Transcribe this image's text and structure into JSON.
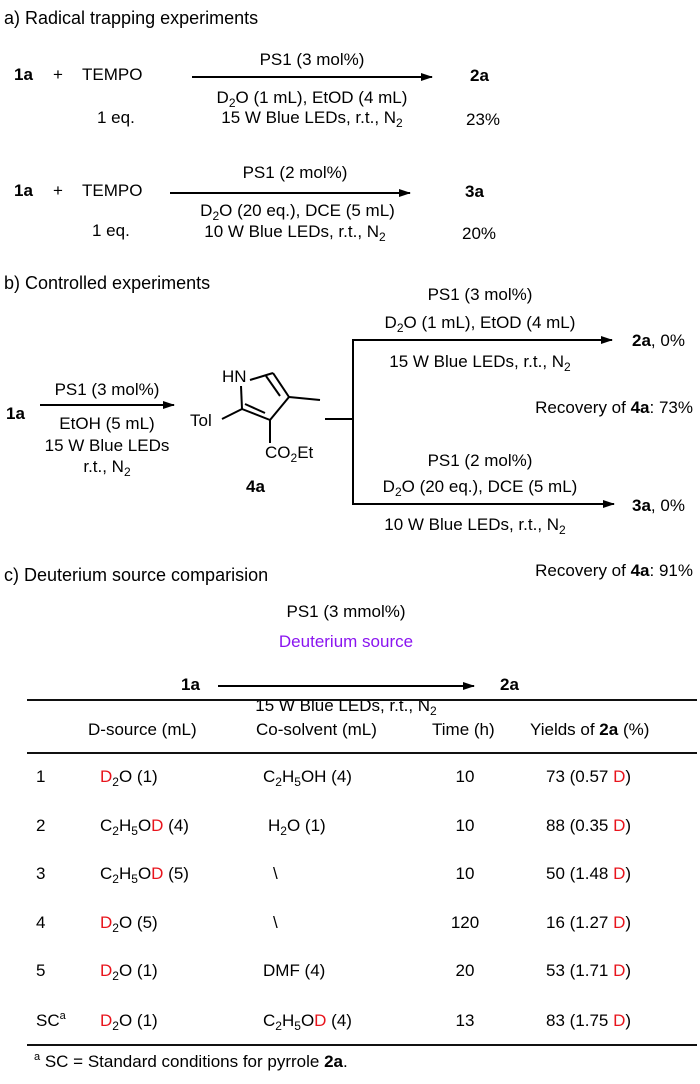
{
  "colors": {
    "deuterium_red": "#e8141c",
    "deuterium_source_purple": "#8a14f0"
  },
  "section_a": {
    "title": "a)  Radical trapping experiments",
    "rxn1": {
      "substrate": "1a",
      "plus": "+",
      "reagent": "TEMPO",
      "reagent_eq": "1 eq.",
      "above": "PS1 (3 mol%)",
      "below1_pre": "D",
      "below1_sub": "2",
      "below1_post": "O (1 mL), EtOD (4 mL)",
      "below2_pre": "15 W Blue LEDs, r.t., N",
      "below2_sub": "2",
      "product": "2a",
      "yield": "23%"
    },
    "rxn2": {
      "substrate": "1a",
      "plus": "+",
      "reagent": "TEMPO",
      "reagent_eq": "1 eq.",
      "above": "PS1 (2 mol%)",
      "below1_pre": "D",
      "below1_sub": "2",
      "below1_post": "O (20 eq.), DCE (5 mL)",
      "below2_pre": "10 W Blue LEDs, r.t., N",
      "below2_sub": "2",
      "product": "3a",
      "yield": "20%"
    }
  },
  "section_b": {
    "title": "b) Controlled experiments",
    "step1": {
      "substrate": "1a",
      "above": "PS1 (3 mol%)",
      "below1": "EtOH (5 mL)",
      "below2": "15 W Blue LEDs",
      "below3_pre": "r.t., N",
      "below3_sub": "2"
    },
    "intermediate": {
      "label": "4a",
      "nh": "HN",
      "tol": "Tol",
      "ester_pre": "CO",
      "ester_sub": "2",
      "ester_post": "Et"
    },
    "branch1": {
      "above1": "PS1 (3 mol%)",
      "above2_pre": "D",
      "above2_sub": "2",
      "above2_post": "O (1 mL), EtOD (4 mL)",
      "below_pre": "15 W Blue LEDs, r.t., N",
      "below_sub": "2",
      "product": "2a",
      "yield": ", 0%",
      "recovery_pre": "Recovery of ",
      "recovery_cmpd": "4a",
      "recovery_post": ": 73%"
    },
    "branch2": {
      "above1": "PS1 (2 mol%)",
      "above2_pre": "D",
      "above2_sub": "2",
      "above2_post": "O (20 eq.), DCE (5 mL)",
      "below_pre": "10 W Blue LEDs, r.t., N",
      "below_sub": "2",
      "product": "3a",
      "yield": ", 0%",
      "recovery_pre": "Recovery of ",
      "recovery_cmpd": "4a",
      "recovery_post": ": 91%"
    }
  },
  "section_c": {
    "title": "c) Deuterium source comparision",
    "rxn": {
      "substrate": "1a",
      "above1": "PS1 (3 mmol%)",
      "above2": "Deuterium source",
      "below_pre": "15 W Blue LEDs, r.t., N",
      "below_sub": "2",
      "product": "2a"
    },
    "table": {
      "headers": [
        "",
        "D-source (mL)",
        "Co-solvent (mL)",
        "Time (h)",
        "Yields of ",
        "2a",
        " (%)"
      ],
      "rows": [
        {
          "entry": "1",
          "dsource": [
            [
              "D",
              "red"
            ],
            [
              "2",
              "sub"
            ],
            [
              "O (1)",
              ""
            ]
          ],
          "cosolvent": [
            [
              "C",
              ""
            ],
            [
              "2",
              "sub"
            ],
            [
              "H",
              ""
            ],
            [
              "5",
              "sub"
            ],
            [
              "OH (4)",
              ""
            ]
          ],
          "time": "10",
          "yield": "73 (0.57 ",
          "d": "D",
          "close": ")"
        },
        {
          "entry": "2",
          "dsource": [
            [
              "C",
              ""
            ],
            [
              "2",
              "sub"
            ],
            [
              "H",
              ""
            ],
            [
              "5",
              "sub"
            ],
            [
              "O",
              ""
            ],
            [
              "D",
              "red"
            ],
            [
              " (4)",
              ""
            ]
          ],
          "cosolvent": [
            [
              "H",
              ""
            ],
            [
              "2",
              "sub"
            ],
            [
              "O (1)",
              ""
            ]
          ],
          "time": "10",
          "yield": "88 (0.35 ",
          "d": "D",
          "close": ")"
        },
        {
          "entry": "3",
          "dsource": [
            [
              "C",
              ""
            ],
            [
              "2",
              "sub"
            ],
            [
              "H",
              ""
            ],
            [
              "5",
              "sub"
            ],
            [
              "O",
              ""
            ],
            [
              "D",
              "red"
            ],
            [
              " (5)",
              ""
            ]
          ],
          "cosolvent": [
            [
              "\\",
              ""
            ]
          ],
          "time": "10",
          "yield": "50 (1.48 ",
          "d": "D",
          "close": ")"
        },
        {
          "entry": "4",
          "dsource": [
            [
              "D",
              "red"
            ],
            [
              "2",
              "sub"
            ],
            [
              "O (5)",
              ""
            ]
          ],
          "cosolvent": [
            [
              "\\",
              ""
            ]
          ],
          "time": "120",
          "yield": "16 (1.27 ",
          "d": "D",
          "close": ")"
        },
        {
          "entry": "5",
          "dsource": [
            [
              "D",
              "red"
            ],
            [
              "2",
              "sub"
            ],
            [
              "O (1)",
              ""
            ]
          ],
          "cosolvent": [
            [
              "DMF (4)",
              ""
            ]
          ],
          "time": "20",
          "yield": "53 (1.71 ",
          "d": "D",
          "close": ")"
        },
        {
          "entry": "SC",
          "entry_sup": "a",
          "dsource": [
            [
              "D",
              "red"
            ],
            [
              "2",
              "sub"
            ],
            [
              "O (1)",
              ""
            ]
          ],
          "cosolvent": [
            [
              "C",
              ""
            ],
            [
              "2",
              "sub"
            ],
            [
              "H",
              ""
            ],
            [
              "5",
              "sub"
            ],
            [
              "O",
              ""
            ],
            [
              "D",
              "red"
            ],
            [
              " (4)",
              ""
            ]
          ],
          "time": "13",
          "yield": "83 (1.75 ",
          "d": "D",
          "close": ")"
        }
      ]
    },
    "footnote": {
      "sup": "a",
      "text": " SC = Standard conditions for pyrrole ",
      "cmpd": "2a",
      "end": "."
    }
  }
}
